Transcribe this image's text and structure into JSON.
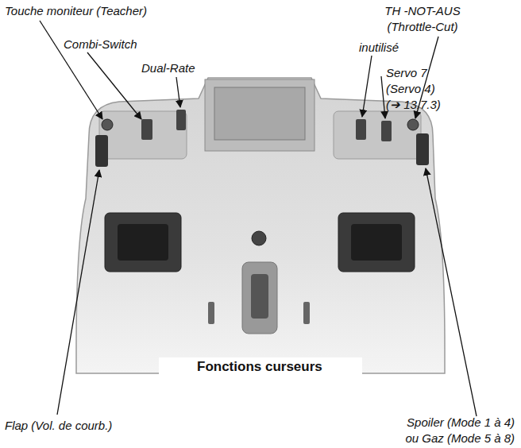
{
  "diagram": {
    "title": "Fonctions curseurs",
    "labels": [
      "Touche moniteur (Teacher)",
      "TH -NOT-AUS (Throttle-Cut)",
      "Combi-Switch",
      "inutilisé",
      "Dual-Rate",
      "Servo 7 (Servo 4) (➔ 13.7.3)",
      "Flap (Vol. de courb.)",
      "Spoiler (Mode 1 à 4) ou Gaz (Mode 5 à 8)"
    ]
  }
}
